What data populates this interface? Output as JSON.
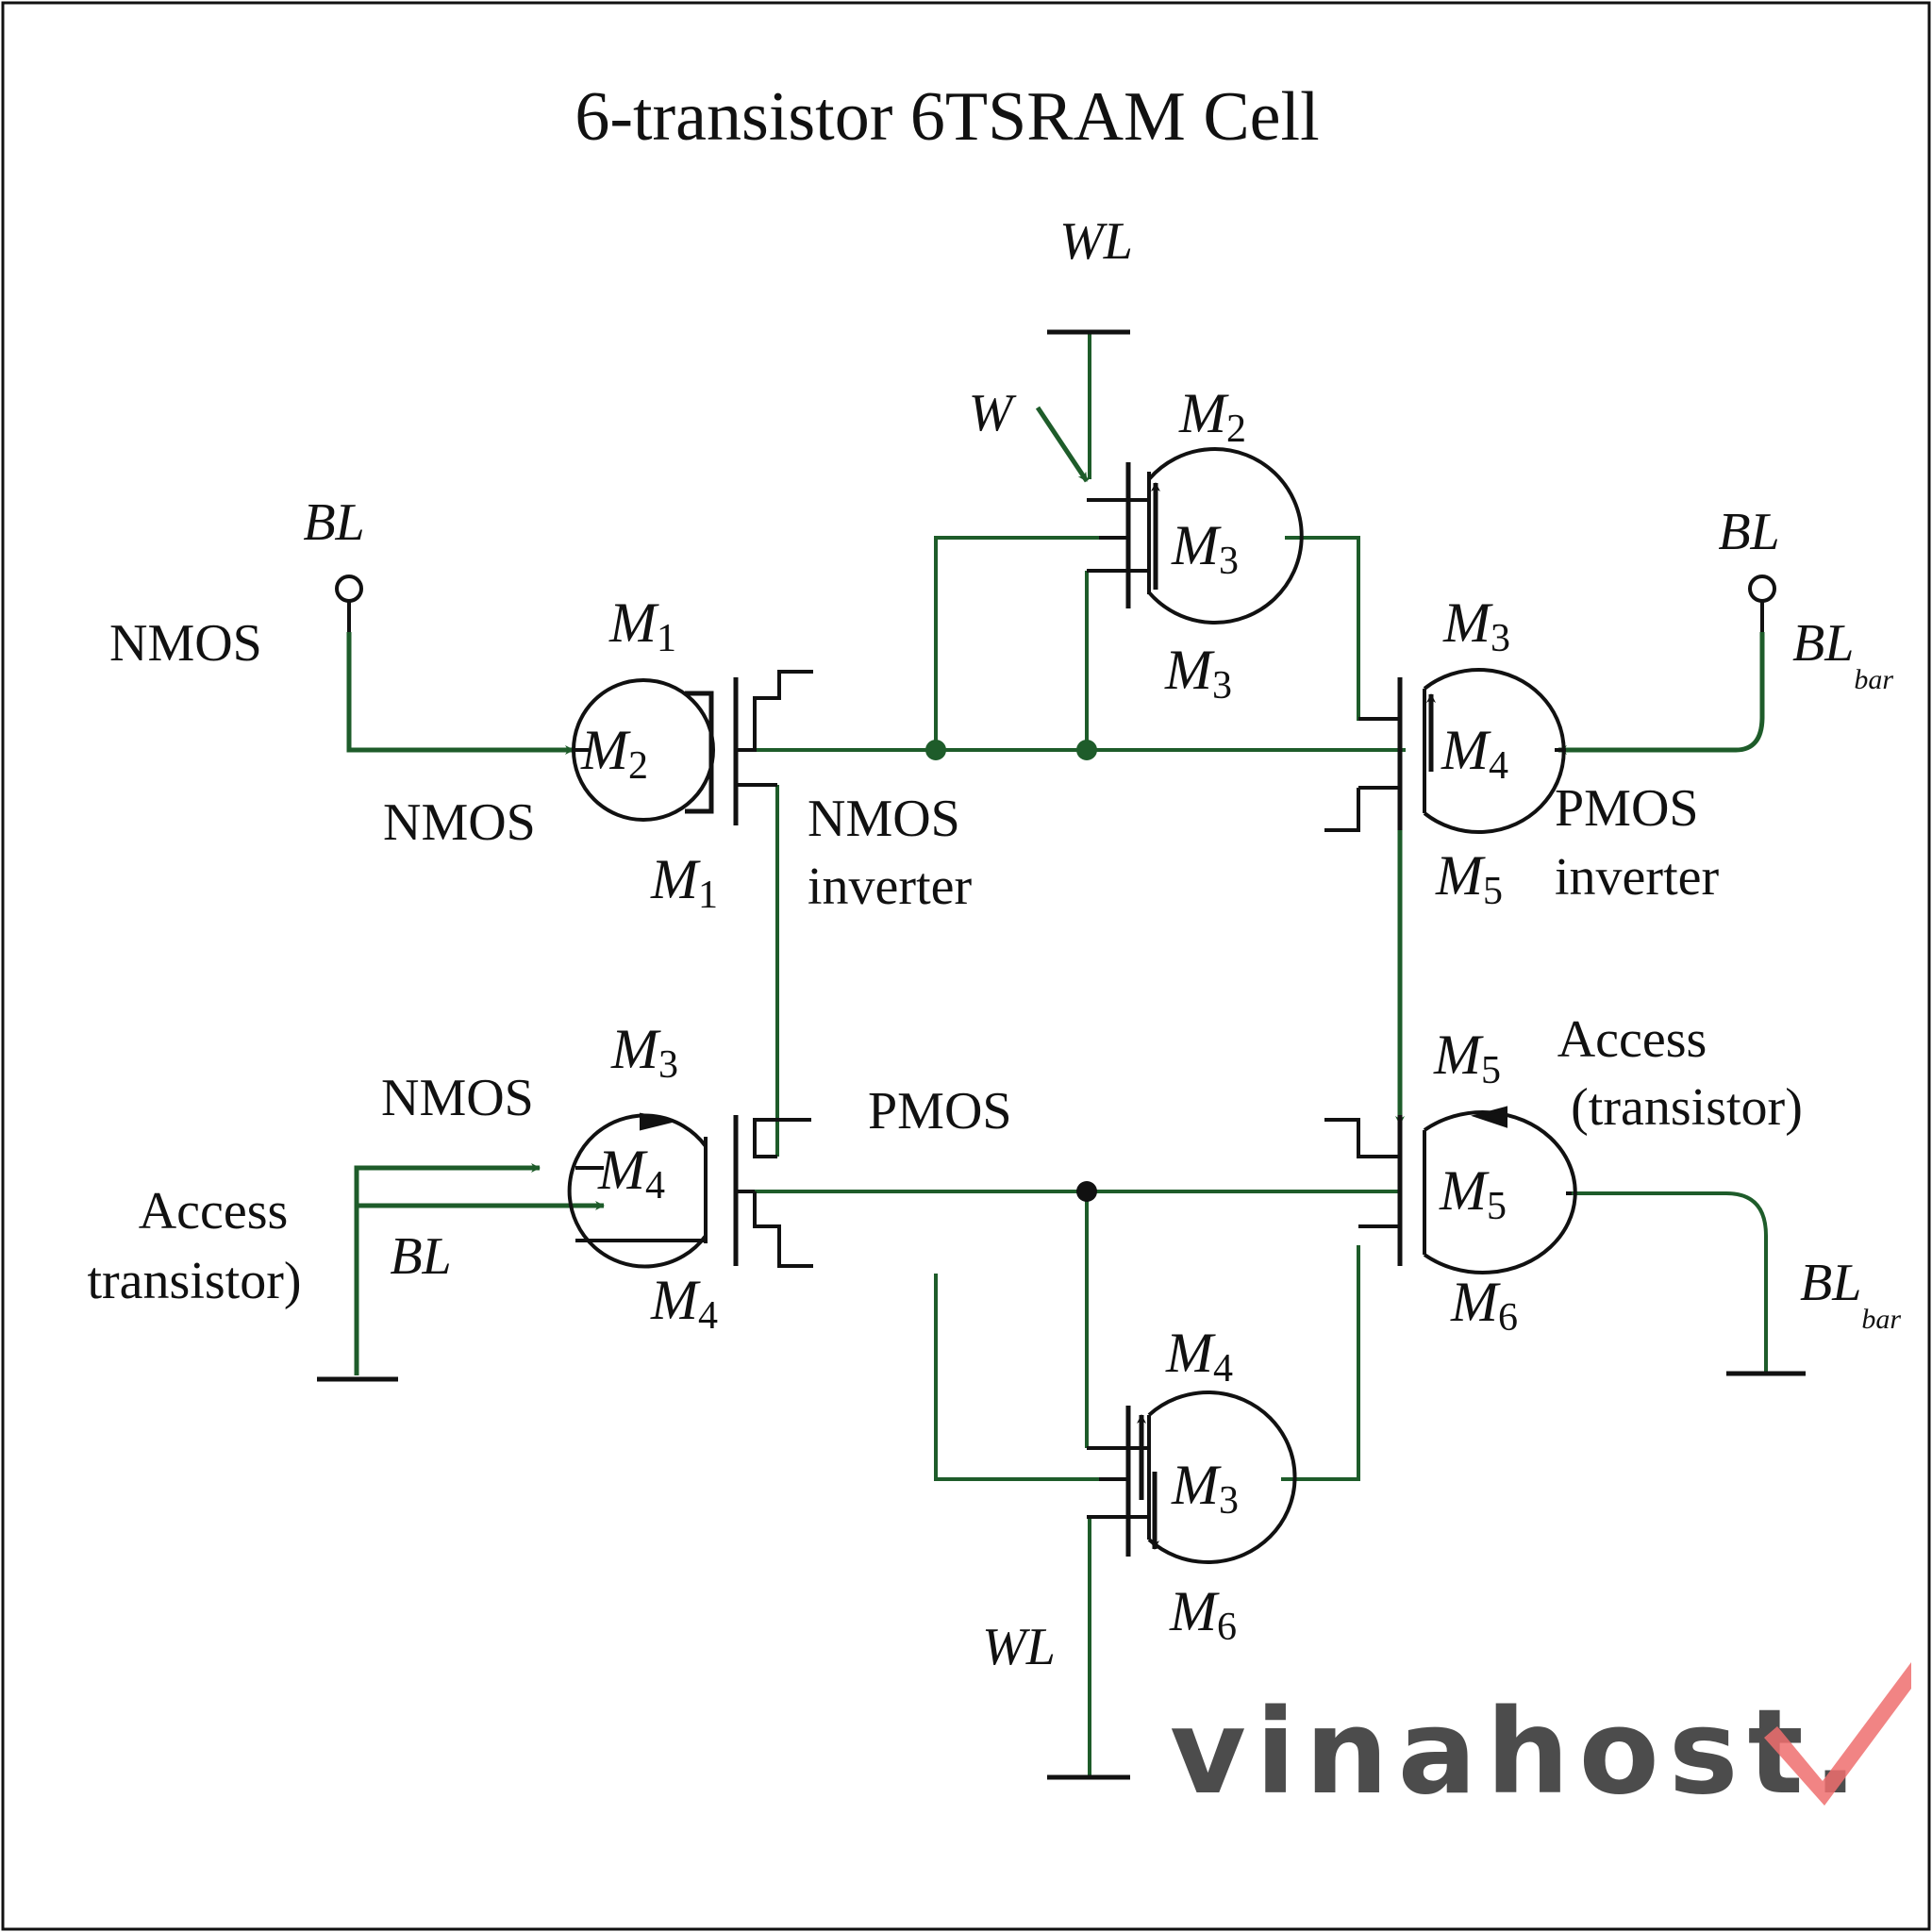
{
  "title": "6-transistor 6TSRAM Cell",
  "colors": {
    "wire": "#1e5c2a",
    "black": "#111111",
    "watermark": "#f0a070",
    "check": "#ee6e6e"
  },
  "top": {
    "wl": "WL",
    "w": "W",
    "m2": {
      "base": "M",
      "sub": "2"
    },
    "m3_in": {
      "base": "M",
      "sub": "3"
    },
    "m3_below": {
      "base": "M",
      "sub": "3"
    }
  },
  "left_upper": {
    "bl": "BL",
    "nmos_top": "NMOS",
    "nmos_bottom": "NMOS",
    "m1_top": {
      "base": "M",
      "sub": "1"
    },
    "m2_in": {
      "base": "M",
      "sub": "2"
    },
    "m1_bottom": {
      "base": "M",
      "sub": "1"
    },
    "inverter_line1": "NMOS",
    "inverter_line2": "inverter"
  },
  "right_upper": {
    "bl": "BL",
    "blbar": {
      "base": "BL",
      "sub": "bar"
    },
    "m3_top": {
      "base": "M",
      "sub": "3"
    },
    "m4_in": {
      "base": "M",
      "sub": "4"
    },
    "m5_below": {
      "base": "M",
      "sub": "5"
    },
    "inverter_line1": "PMOS",
    "inverter_line2": "inverter"
  },
  "left_lower": {
    "nmos": "NMOS",
    "m3_top": {
      "base": "M",
      "sub": "3"
    },
    "m4_in": {
      "base": "M",
      "sub": "4"
    },
    "m4_bottom": {
      "base": "M",
      "sub": "4"
    },
    "access_line1": "Access",
    "access_line2": "transistor)",
    "bl": "BL"
  },
  "middle": {
    "pmos": "PMOS"
  },
  "right_lower": {
    "m5_top": {
      "base": "M",
      "sub": "5"
    },
    "m5_in": {
      "base": "M",
      "sub": "5"
    },
    "m6_bottom": {
      "base": "M",
      "sub": "6"
    },
    "access_line1": "Access",
    "access_line2": "(transistor)",
    "blbar": {
      "base": "BL",
      "sub": "bar"
    }
  },
  "bottom": {
    "m4_top": {
      "base": "M",
      "sub": "4"
    },
    "m3_in": {
      "base": "M",
      "sub": "3"
    },
    "m6_bottom": {
      "base": "M",
      "sub": "6"
    },
    "wl": "WL"
  },
  "watermark": "vinahost."
}
